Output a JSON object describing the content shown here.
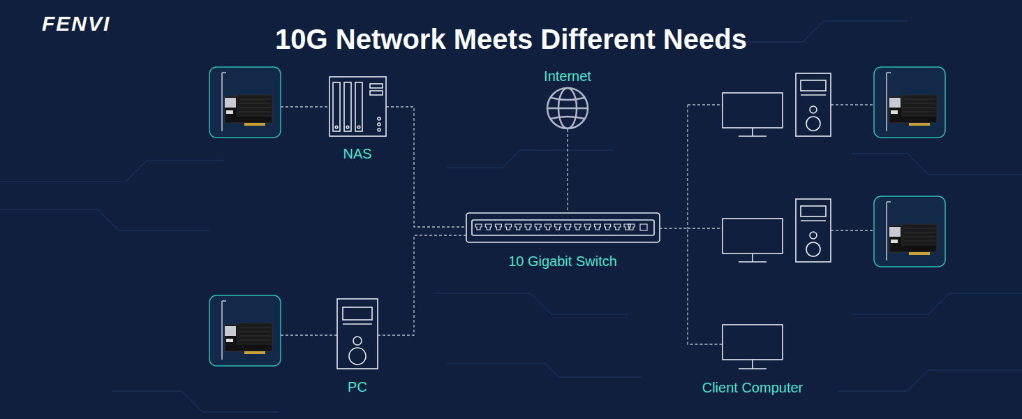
{
  "diagram": {
    "title": "10G Network Meets Different Needs",
    "nodes": [
      {
        "text": [
          "NAS"
        ]
      },
      {
        "text": [
          "Internet"
        ]
      },
      {
        "text": [
          "10 Gigabit Switch"
        ]
      },
      {
        "text": [
          "PC"
        ]
      },
      {
        "text": [
          "Client Computer"
        ]
      }
    ],
    "edges": [
      {
        "from": 0,
        "to": 2,
        "arrow": "none"
      },
      {
        "from": 1,
        "to": 2,
        "arrow": "none"
      },
      {
        "from": 3,
        "to": 2,
        "arrow": "none"
      },
      {
        "from": 2,
        "to": 4,
        "arrow": "none"
      }
    ],
    "labels": [
      "FENVI"
    ]
  }
}
